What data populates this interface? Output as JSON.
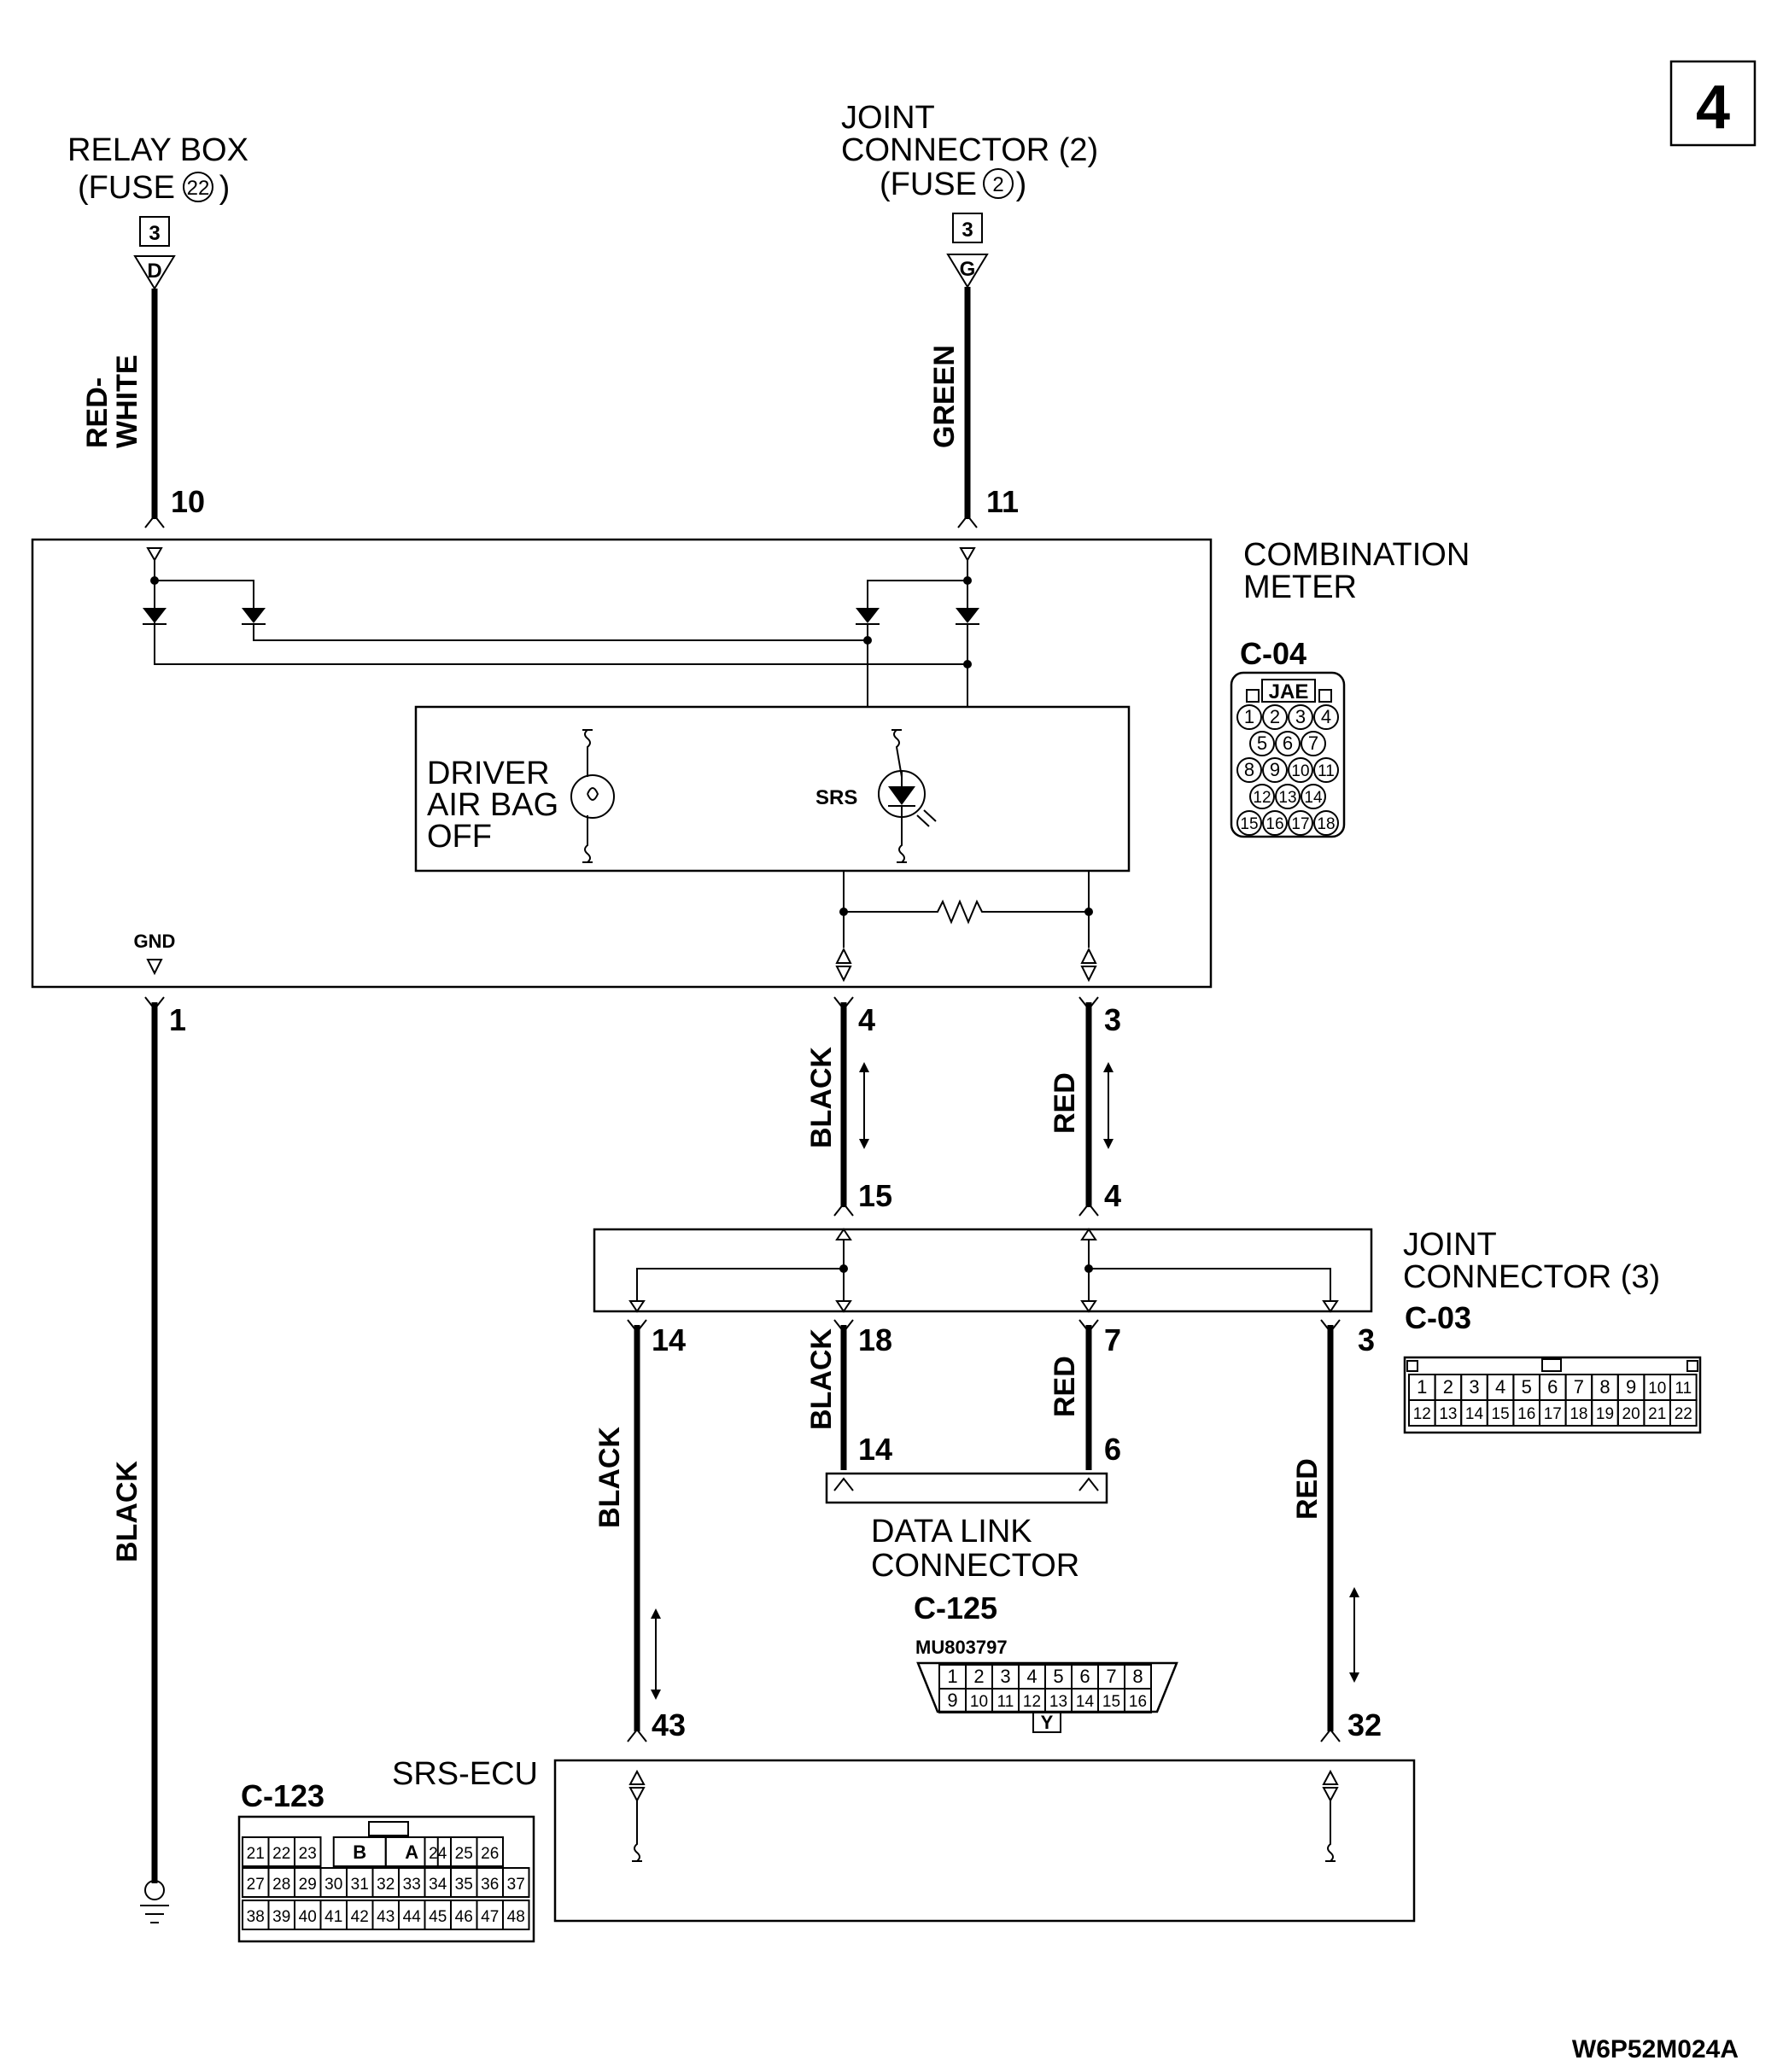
{
  "page_badge": "4",
  "figure_code": "W6P52M024A",
  "sources": {
    "relay_box": {
      "title": "RELAY BOX",
      "sub": "(FUSE",
      "fuse": "22",
      "close": ")",
      "ref": "3",
      "letter": "D"
    },
    "joint_connector_2": {
      "title1": "JOINT",
      "title2": "CONNECTOR (2)",
      "sub": "(FUSE",
      "fuse": "2",
      "close": ")",
      "ref": "3",
      "letter": "G"
    }
  },
  "wires": {
    "w1": {
      "color": "RED-",
      "color2": "WHITE",
      "pin_bottom": "10"
    },
    "w2": {
      "color": "GREEN",
      "pin_bottom": "11"
    },
    "gnd": {
      "color": "BLACK",
      "pin_top": "1"
    },
    "k_line": {
      "color": "BLACK",
      "pin_top": "4",
      "pin_bottom": "15"
    },
    "l_line": {
      "color": "RED",
      "pin_top": "3",
      "pin_bottom": "4"
    },
    "jc_left": {
      "color": "BLACK",
      "pin_top": "14",
      "pin_bottom": "43"
    },
    "jc_mid_black": {
      "color": "BLACK",
      "pin_top": "18",
      "pin_bottom": "14"
    },
    "jc_mid_red": {
      "color": "RED",
      "pin_top": "7",
      "pin_bottom": "6"
    },
    "jc_right": {
      "color": "RED",
      "pin_top": "3",
      "pin_bottom": "32"
    }
  },
  "combination_meter": {
    "name1": "COMBINATION",
    "name2": "METER",
    "gnd_label": "GND",
    "driver_label1": "DRIVER",
    "driver_label2": "AIR BAG",
    "driver_label3": "OFF",
    "srs_label": "SRS",
    "connector": {
      "id": "C-04",
      "maker": "JAE",
      "rows": [
        [
          "1",
          "2",
          "3",
          "4"
        ],
        [
          "5",
          "6",
          "7"
        ],
        [
          "8",
          "9",
          "10",
          "11"
        ],
        [
          "12",
          "13",
          "14"
        ],
        [
          "15",
          "16",
          "17",
          "18"
        ]
      ]
    }
  },
  "joint_connector_3": {
    "name1": "JOINT",
    "name2": "CONNECTOR (3)",
    "connector": {
      "id": "C-03",
      "row1": [
        "1",
        "2",
        "3",
        "4",
        "5",
        "6",
        "7",
        "8",
        "9",
        "10",
        "11"
      ],
      "row2": [
        "12",
        "13",
        "14",
        "15",
        "16",
        "17",
        "18",
        "19",
        "20",
        "21",
        "22"
      ]
    }
  },
  "data_link_connector": {
    "name1": "DATA LINK",
    "name2": "CONNECTOR",
    "connector": {
      "id": "C-125",
      "part": "MU803797",
      "row1": [
        "1",
        "2",
        "3",
        "4",
        "5",
        "6",
        "7",
        "8"
      ],
      "row2": [
        "9",
        "10",
        "11",
        "12",
        "13",
        "14",
        "15",
        "16"
      ],
      "tab": "Y"
    }
  },
  "srs_ecu": {
    "name": "SRS-ECU",
    "connector": {
      "id": "C-123",
      "row1": [
        "21",
        "22",
        "23",
        "B",
        "A",
        "24",
        "25",
        "26"
      ],
      "row2": [
        "27",
        "28",
        "29",
        "30",
        "31",
        "32",
        "33",
        "34",
        "35",
        "36",
        "37"
      ],
      "row3": [
        "38",
        "39",
        "40",
        "41",
        "42",
        "43",
        "44",
        "45",
        "46",
        "47",
        "48"
      ]
    }
  }
}
